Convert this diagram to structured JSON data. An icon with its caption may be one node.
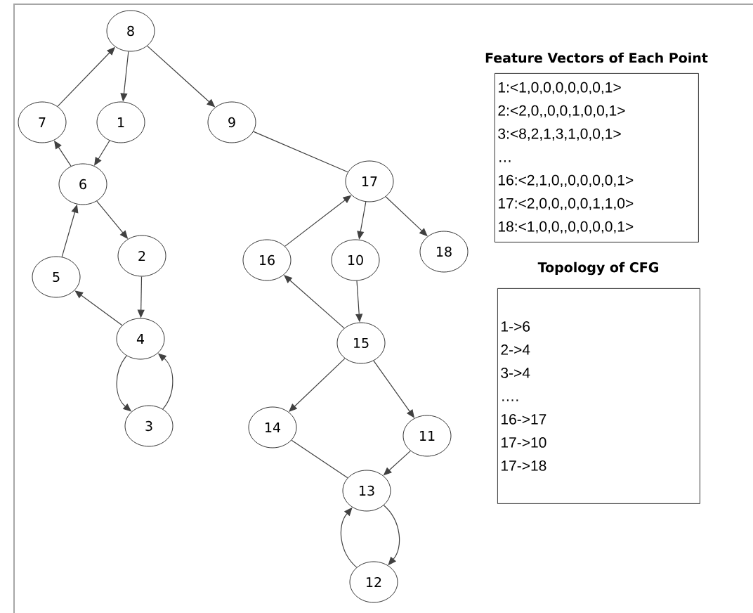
{
  "diagram": {
    "nodes": [
      {
        "text": [
          "8"
        ]
      },
      {
        "text": [
          "7"
        ]
      },
      {
        "text": [
          "1"
        ]
      },
      {
        "text": [
          "9"
        ]
      },
      {
        "text": [
          "6"
        ]
      },
      {
        "text": [
          "2"
        ]
      },
      {
        "text": [
          "5"
        ]
      },
      {
        "text": [
          "4"
        ]
      },
      {
        "text": [
          "3"
        ]
      },
      {
        "text": [
          "17"
        ]
      },
      {
        "text": [
          "16"
        ]
      },
      {
        "text": [
          "10"
        ]
      },
      {
        "text": [
          "18"
        ]
      },
      {
        "text": [
          "15"
        ]
      },
      {
        "text": [
          "14"
        ]
      },
      {
        "text": [
          "11"
        ]
      },
      {
        "text": [
          "13"
        ]
      },
      {
        "text": [
          "12"
        ]
      },
      {
        "text": [
          "Feature Vectors of Each Point",
          "1:<1,0,0,0,0,0,0,1>",
          "2:<2,0,,0,0,1,0,0,1>",
          "3:<8,2,1,3,1,0,0,1>",
          "…",
          "16:<2,1,0,,0,0,0,0,1>",
          "17:<2,0,0,,0,0,1,1,0>",
          "18:<1,0,0,,0,0,0,0,1>"
        ]
      },
      {
        "text": [
          "Topology of CFG",
          "1->6",
          "2->4",
          "3->4",
          "….",
          "16->17",
          "17->10",
          "17->18"
        ]
      }
    ],
    "edges": [
      {
        "from": 1,
        "to": 0,
        "arrow": "to"
      },
      {
        "from": 0,
        "to": 2,
        "arrow": "to"
      },
      {
        "from": 0,
        "to": 3,
        "arrow": "to"
      },
      {
        "from": 2,
        "to": 4,
        "arrow": "to"
      },
      {
        "from": 4,
        "to": 1,
        "arrow": "to"
      },
      {
        "from": 4,
        "to": 5,
        "arrow": "to"
      },
      {
        "from": 6,
        "to": 4,
        "arrow": "to"
      },
      {
        "from": 5,
        "to": 7,
        "arrow": "to"
      },
      {
        "from": 7,
        "to": 6,
        "arrow": "to"
      },
      {
        "from": 7,
        "to": 8,
        "arrow": "to"
      },
      {
        "from": 8,
        "to": 7,
        "arrow": "to"
      },
      {
        "from": 3,
        "to": 9,
        "arrow": "none"
      },
      {
        "from": 10,
        "to": 9,
        "arrow": "to"
      },
      {
        "from": 9,
        "to": 11,
        "arrow": "to"
      },
      {
        "from": 9,
        "to": 12,
        "arrow": "to"
      },
      {
        "from": 11,
        "to": 13,
        "arrow": "to"
      },
      {
        "from": 13,
        "to": 10,
        "arrow": "to"
      },
      {
        "from": 13,
        "to": 14,
        "arrow": "to"
      },
      {
        "from": 13,
        "to": 15,
        "arrow": "to"
      },
      {
        "from": 14,
        "to": 16,
        "arrow": "none"
      },
      {
        "from": 15,
        "to": 16,
        "arrow": "to"
      },
      {
        "from": 16,
        "to": 17,
        "arrow": "to"
      },
      {
        "from": 17,
        "to": 16,
        "arrow": "to"
      }
    ]
  }
}
